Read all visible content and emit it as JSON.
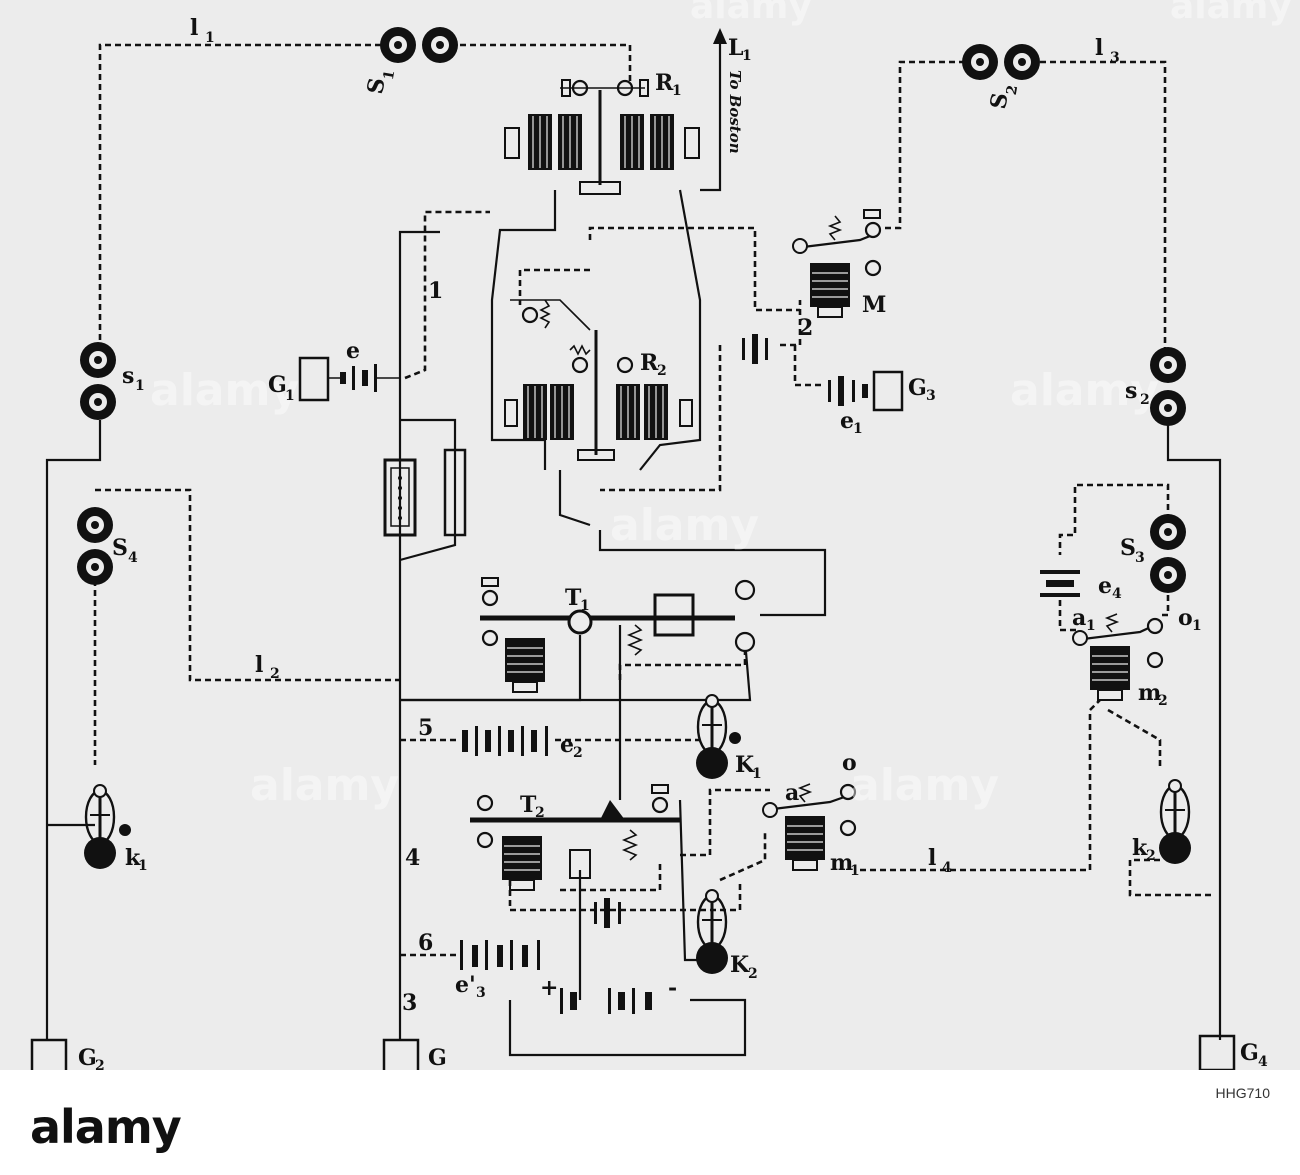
{
  "labels": {
    "l1": "l",
    "l1_sub": "1",
    "S1": "S",
    "S1_sub": "1",
    "L1": "L",
    "L1_sub": "1",
    "to_boston": "To Boston",
    "R1": "R",
    "R1_sub": "1",
    "S2": "S",
    "S2_sub": "2",
    "l3": "l",
    "l3_sub": "3",
    "M": "M",
    "w1": "1",
    "w2": "2",
    "G1": "G",
    "G1_sub": "1",
    "e": "e",
    "R2": "R",
    "R2_sub": "2",
    "G3": "G",
    "G3_sub": "3",
    "e1": "e",
    "e1_sub": "1",
    "s1": "s",
    "s1_sub": "1",
    "s2": "s",
    "s2_sub": "2",
    "S4": "S",
    "S4_sub": "4",
    "S3": "S",
    "S3_sub": "3",
    "e4": "e",
    "e4_sub": "4",
    "T1": "T",
    "T1_sub": "1",
    "a1": "a",
    "a1_sub": "1",
    "o1": "o",
    "o1_sub": "1",
    "m2": "m",
    "m2_sub": "2",
    "l2": "l",
    "l2_sub": "2",
    "w5": "5",
    "e2": "e",
    "e2_sub": "2",
    "K1": "K",
    "K1_sub": "1",
    "a": "a",
    "o": "o",
    "T2": "T",
    "T2_sub": "2",
    "k1": "k",
    "k1_sub": "1",
    "w4": "4",
    "m1": "m",
    "m1_sub": "1",
    "l4": "l",
    "l4_sub": "4",
    "k2": "k",
    "k2_sub": "2",
    "w6": "6",
    "e3": "e'",
    "e3_sub": "3",
    "K2": "K",
    "K2_sub": "2",
    "plus": "+",
    "minus": "-",
    "w3": "3",
    "G2": "G",
    "G2_sub": "2",
    "G": "G",
    "G4": "G",
    "G4_sub": "4"
  },
  "watermark": {
    "text": "alamy"
  },
  "footer": {
    "logo": "alamy",
    "image_id": "HHG710"
  }
}
